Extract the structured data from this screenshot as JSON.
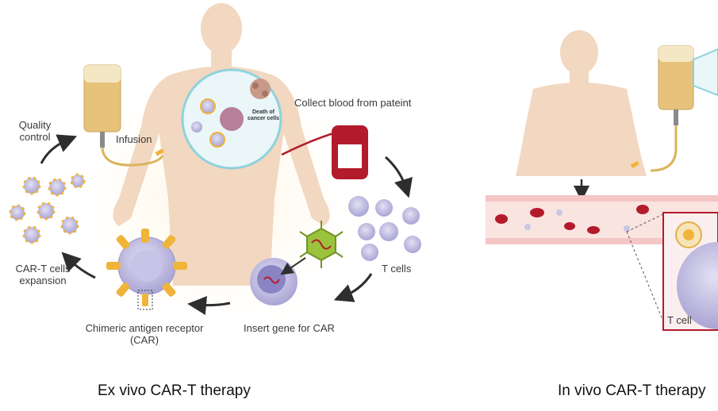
{
  "ex_vivo": {
    "caption": "Ex vivo CAR-T therapy",
    "steps": {
      "collect": "Collect blood from pateint",
      "t_cells": "T cells",
      "insert_gene": "Insert gene for CAR",
      "car_line1": "Chimeric antigen receptor",
      "car_line2": "(CAR)",
      "expansion_line1": "CAR-T cells",
      "expansion_line2": "expansion",
      "qc_line1": "Quality",
      "qc_line2": "control",
      "infusion": "Infusion"
    },
    "inset": {
      "death_line1": "Death of",
      "death_line2": "cancer cells"
    }
  },
  "in_vivo": {
    "caption": "In vivo CAR-T therapy",
    "t_cell": "T cell"
  },
  "colors": {
    "skin": "#f2d7c1",
    "blood": "#b31b2b",
    "tcell": "#c9c6e6",
    "car": "#f0b43a",
    "vector": "#9bc23c",
    "vessel": "#f4c6c6",
    "iv_fluid": "#e6c27a"
  }
}
